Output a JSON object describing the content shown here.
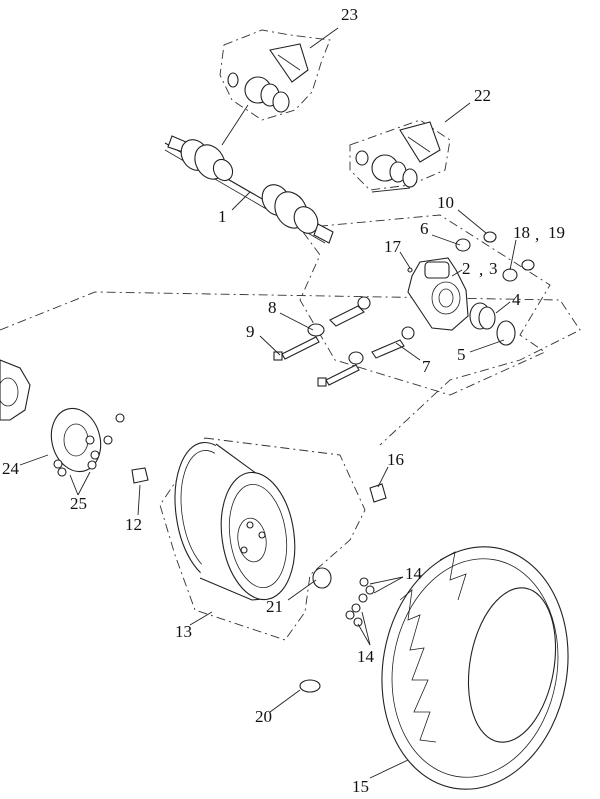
{
  "callouts": {
    "c1": "1",
    "c2": "2",
    "sep_2_3": ",",
    "c3": "3",
    "c4": "4",
    "c5": "5",
    "c6": "6",
    "c7": "7",
    "c8": "8",
    "c9": "9",
    "c10": "10",
    "c12": "12",
    "c13": "13",
    "c14_top": "14",
    "c14_bottom": "14",
    "c15": "15",
    "c16": "16",
    "c17": "17",
    "c18": "18",
    "sep_18_19": ",",
    "c19": "19",
    "c20": "20",
    "c21": "21",
    "c22": "22",
    "c23": "23",
    "c24": "24",
    "c25": "25"
  }
}
